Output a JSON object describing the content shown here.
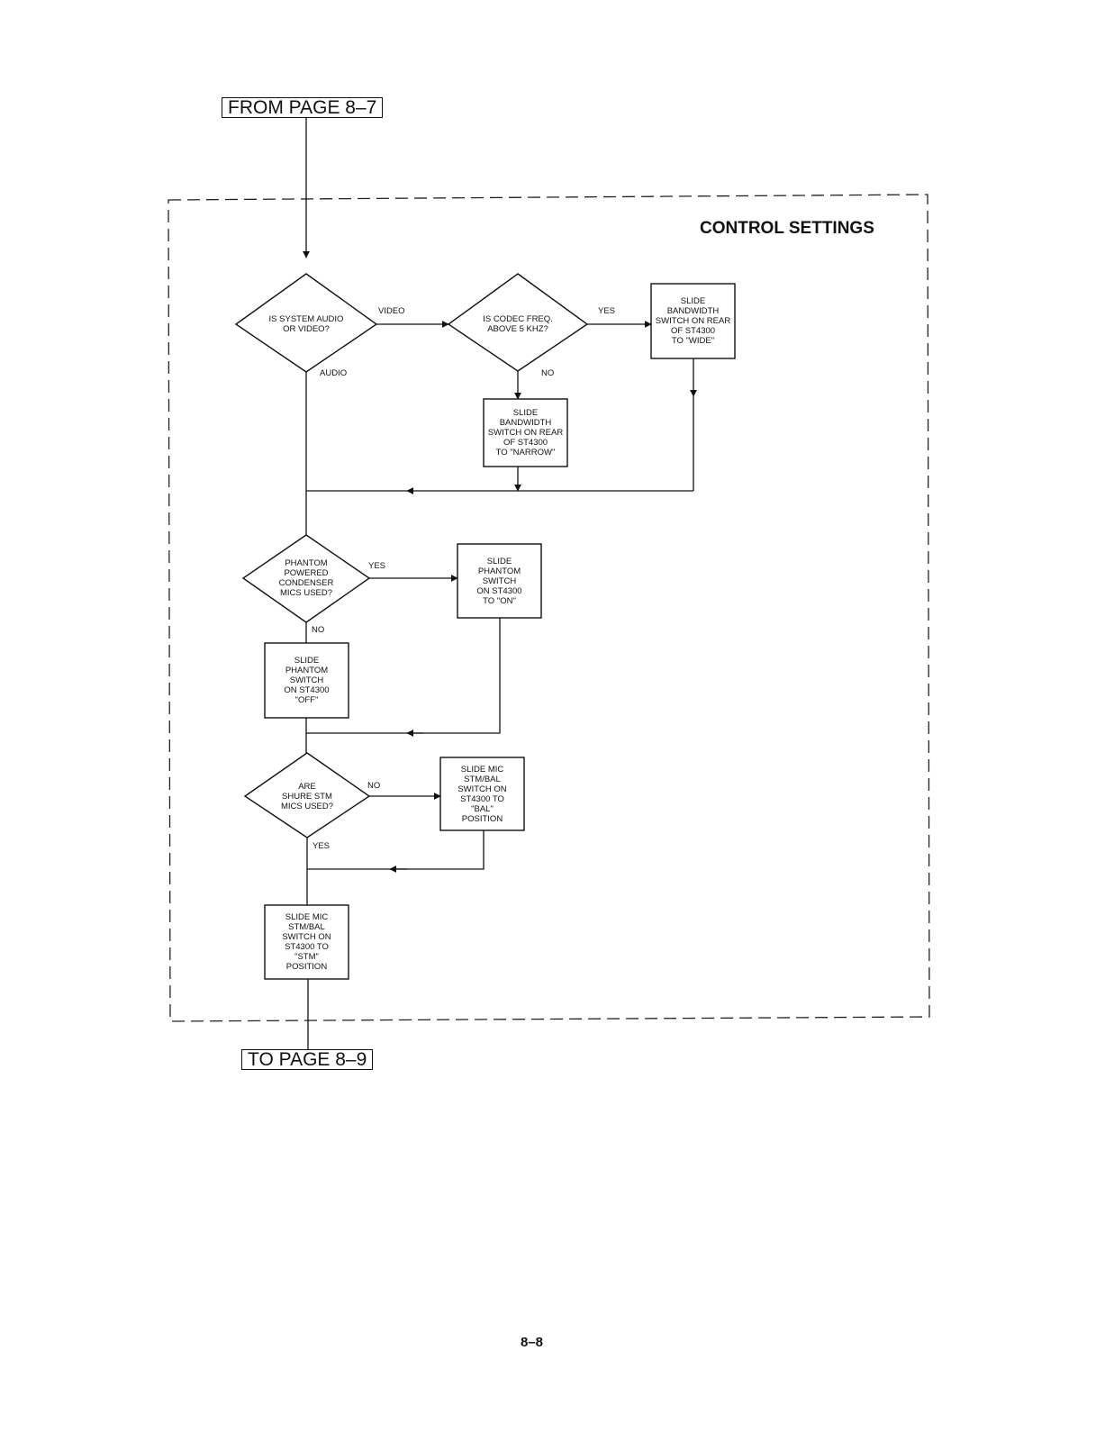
{
  "connectors": {
    "from": "FROM PAGE 8–7",
    "to": "TO PAGE 8–9"
  },
  "section_title": "CONTROL SETTINGS",
  "nodes": {
    "d_audio_video": "IS SYSTEM AUDIO\nOR VIDEO?",
    "d_codec": "IS CODEC FREQ.\nABOVE 5 KHZ?",
    "p_wide": "SLIDE\nBANDWIDTH\nSWITCH ON REAR\nOF ST4300\nTO \"WIDE\"",
    "p_narrow": "SLIDE\nBANDWIDTH\nSWITCH ON REAR\nOF ST4300\nTO \"NARROW\"",
    "d_phantom": "PHANTOM\nPOWERED\nCONDENSER\nMICS USED?",
    "p_phantom_on": "SLIDE\nPHANTOM\nSWITCH\nON ST4300\nTO \"ON\"",
    "p_phantom_off": "SLIDE\nPHANTOM\nSWITCH\nON ST4300\n\"OFF\"",
    "d_shure": "ARE\nSHURE STM\nMICS USED?",
    "p_bal": "SLIDE MIC\nSTM/BAL\nSWITCH ON\nST4300 TO\n\"BAL\"\nPOSITION",
    "p_stm": "SLIDE MIC\nSTM/BAL\nSWITCH ON\nST4300 TO\n\"STM\"\nPOSITION"
  },
  "edge_labels": {
    "video": "VIDEO",
    "audio": "AUDIO",
    "codec_yes": "YES",
    "codec_no": "NO",
    "phantom_yes": "YES",
    "phantom_no": "NO",
    "shure_no": "NO",
    "shure_yes": "YES"
  },
  "page_number": "8–8"
}
